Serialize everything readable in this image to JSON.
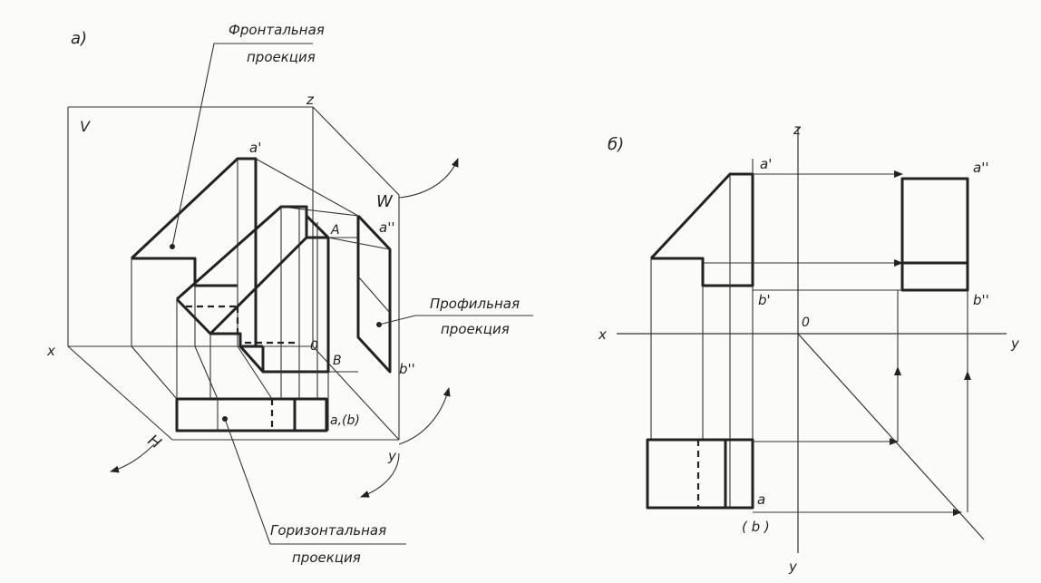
{
  "figure_a": {
    "label": "а)",
    "plane_v": "V",
    "plane_h": "H",
    "plane_w": "W",
    "axis_x": "x",
    "axis_y": "y",
    "axis_z": "z",
    "point_a_front": "a'",
    "point_a_profile": "a''",
    "point_b_profile": "b''",
    "point_A": "A",
    "point_B": "B",
    "origin": "0",
    "point_ab_horiz": "a,(b)",
    "caption_frontal_line1": "Фронтальная",
    "caption_frontal_line2": "проекция",
    "caption_profile_line1": "Профильная",
    "caption_profile_line2": "проекция",
    "caption_horizontal_line1": "Горизонтальная",
    "caption_horizontal_line2": "проекция"
  },
  "figure_b": {
    "label": "б)",
    "axis_x": "x",
    "axis_y_right": "y",
    "axis_y_bottom": "y",
    "axis_z": "z",
    "origin": "0",
    "point_a_front": "a'",
    "point_b_front": "b'",
    "point_a_profile": "a''",
    "point_b_profile": "b''",
    "point_a_horiz": "a",
    "point_b_horiz": "( b )"
  }
}
